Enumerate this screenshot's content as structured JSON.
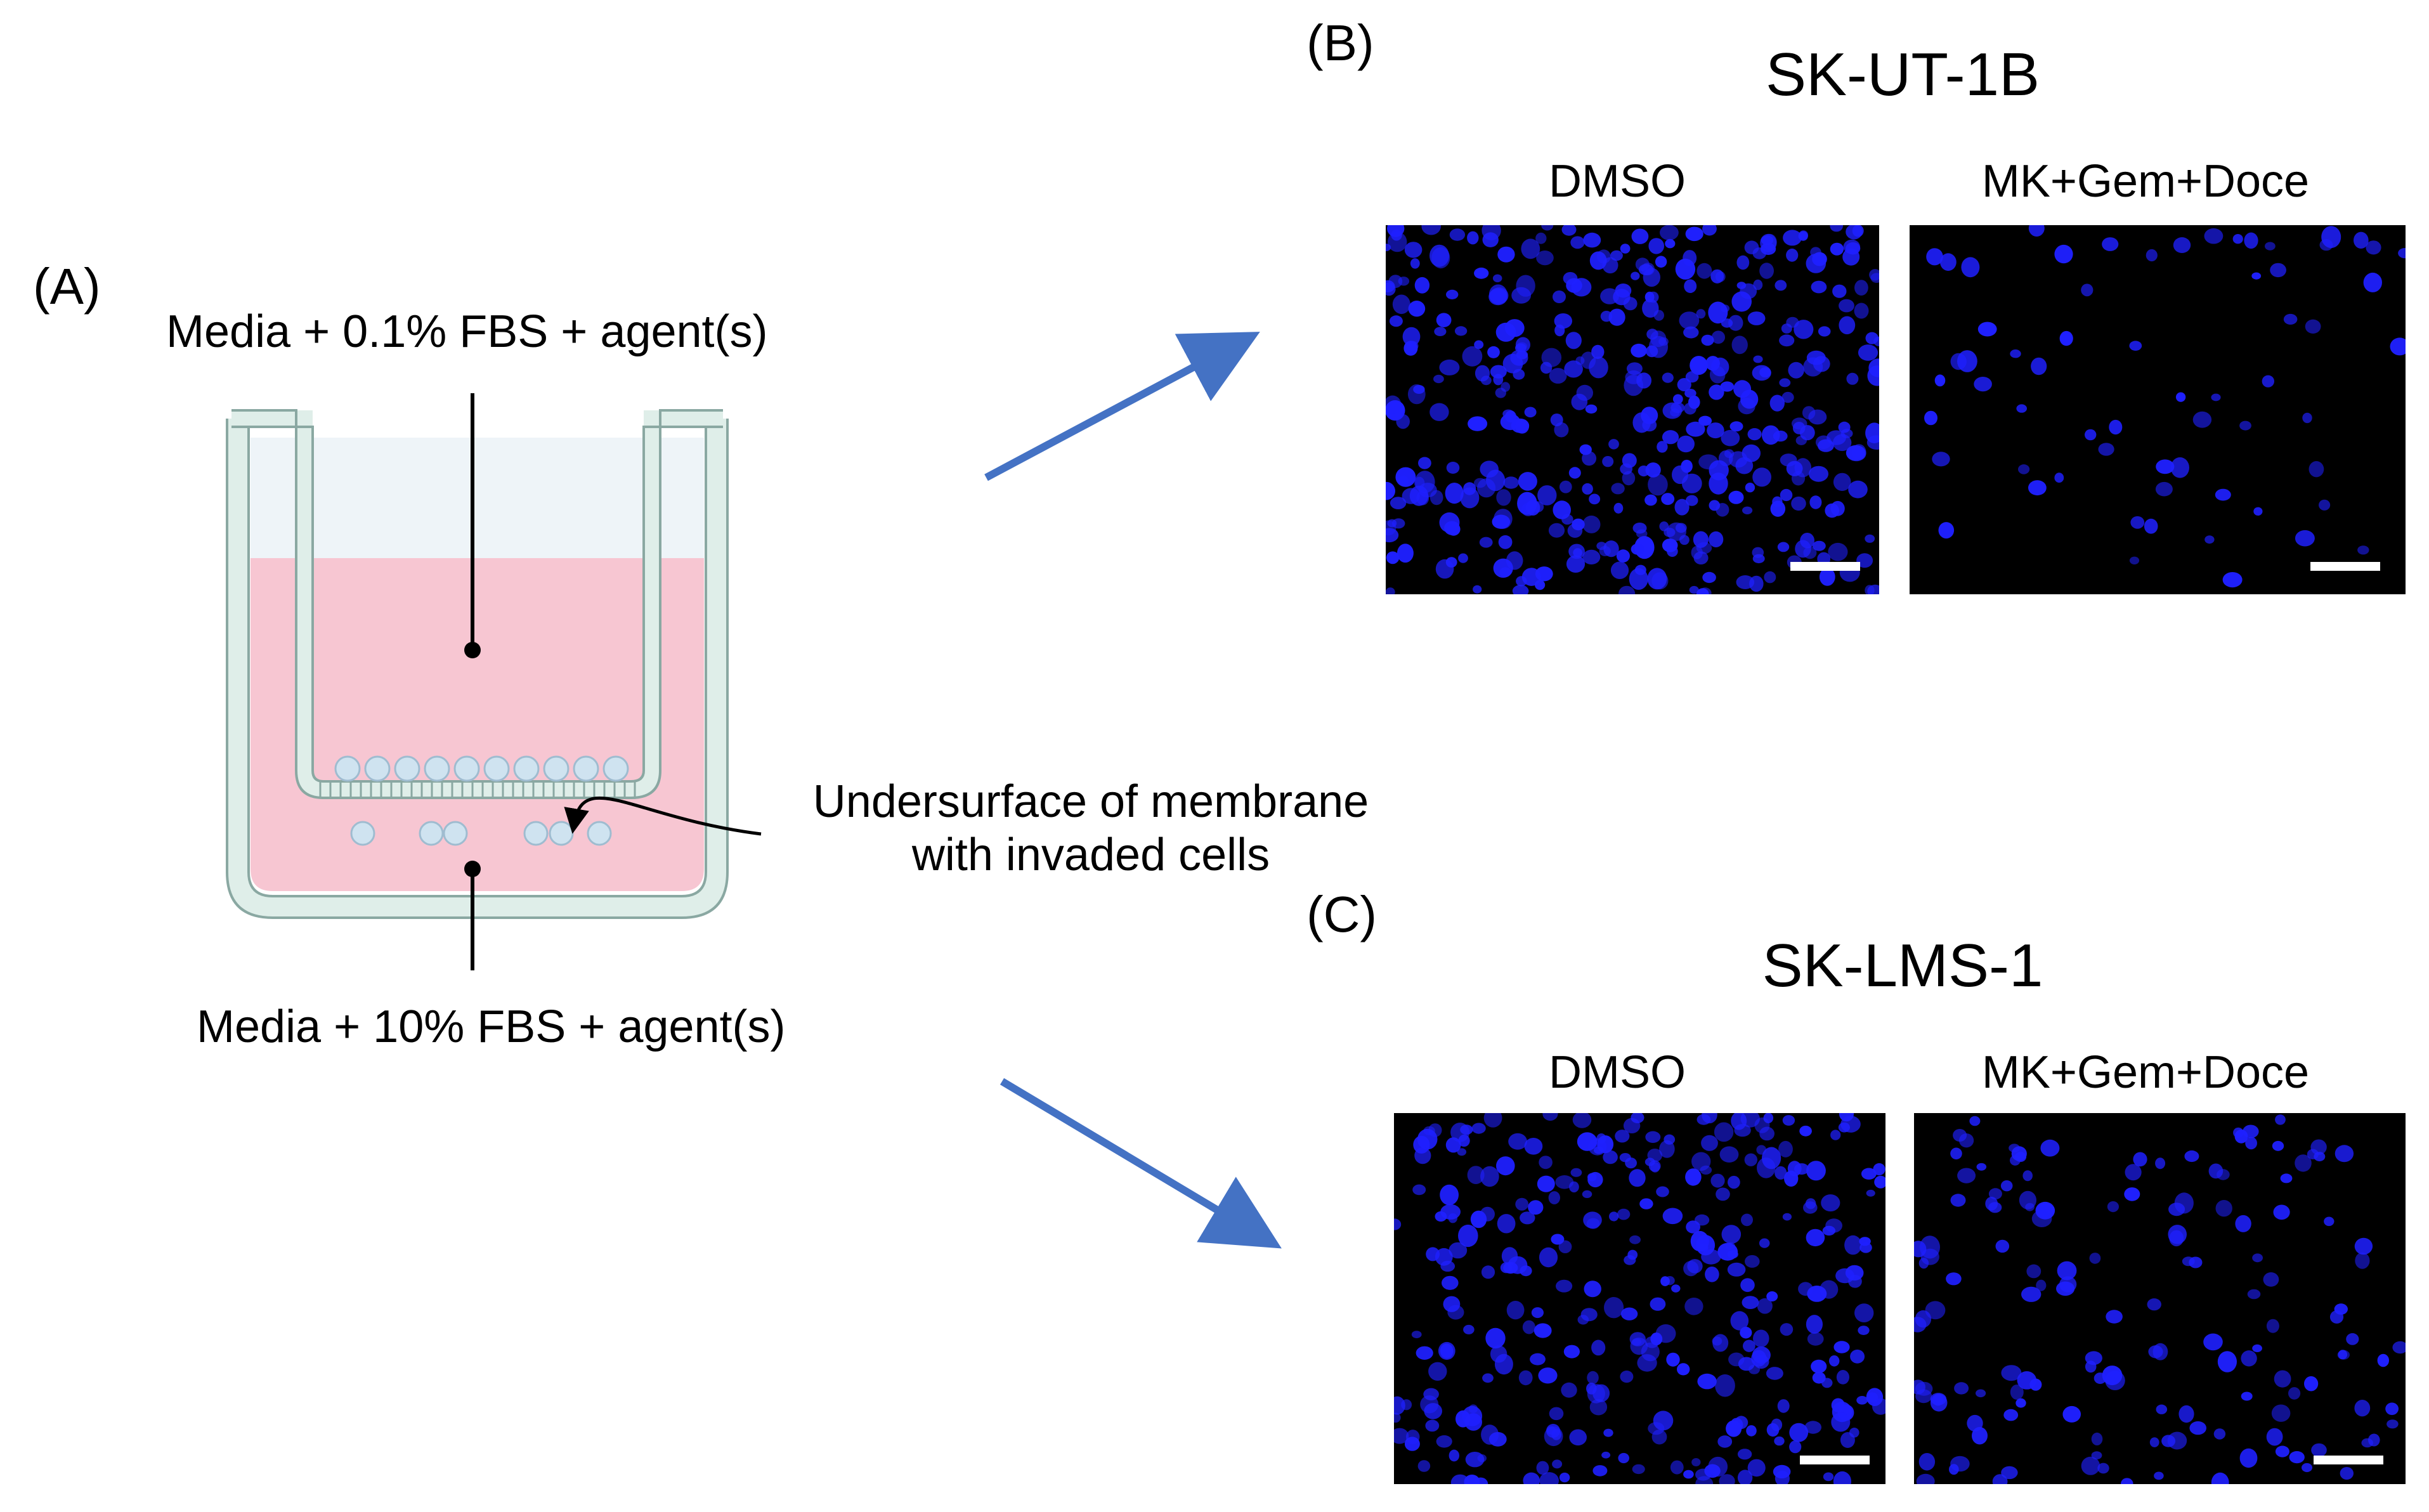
{
  "panels": {
    "a_label": "(A)",
    "b_label": "(B)",
    "c_label": "(C)"
  },
  "transwell": {
    "top_label": "Media + 0.1% FBS + agent(s)",
    "bottom_label": "Media + 10% FBS + agent(s)",
    "membrane_label_line1": "Undersurface of membrane",
    "membrane_label_line2": "with invaded cells",
    "colors": {
      "media": "#f7c6d2",
      "wall": "#dfeee9",
      "wall_stroke": "#8aa8a2",
      "cells": "#cfe3f0"
    }
  },
  "cell_line_b": {
    "title": "SK-UT-1B",
    "left_condition": "DMSO",
    "right_condition": "MK+Gem+Doce",
    "relative_invasion": {
      "DMSO": 1.0,
      "MK+Gem+Doce": 0.15
    }
  },
  "cell_line_c": {
    "title": "SK-LMS-1",
    "left_condition": "DMSO",
    "right_condition": "MK+Gem+Doce",
    "relative_invasion": {
      "DMSO": 0.75,
      "MK+Gem+Doce": 0.35
    }
  },
  "colors": {
    "arrow": "#4472c4",
    "nuclei": "#1f20ff",
    "image_bg": "#000000",
    "scale_bar": "#ffffff"
  }
}
